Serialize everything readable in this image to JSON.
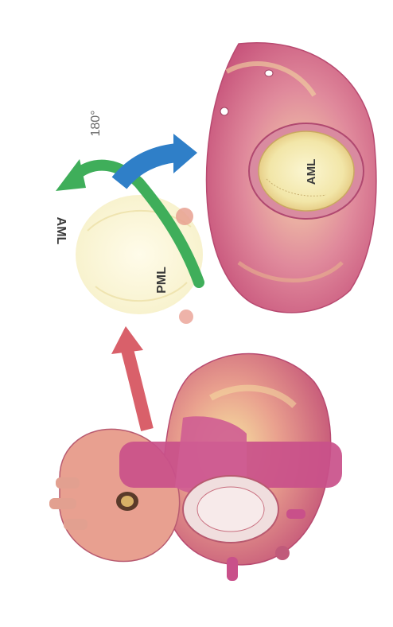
{
  "labels": {
    "aml_top": "AML",
    "pml": "PML",
    "angle": "180°",
    "aml_valve": "AML"
  },
  "colors": {
    "heart_pink": "#d9708f",
    "heart_yellow": "#f3d98a",
    "vessel_magenta": "#c9508a",
    "arrow_green": "#3fae5a",
    "arrow_blue": "#2f7fc8",
    "arrow_red": "#d9606a"
  }
}
